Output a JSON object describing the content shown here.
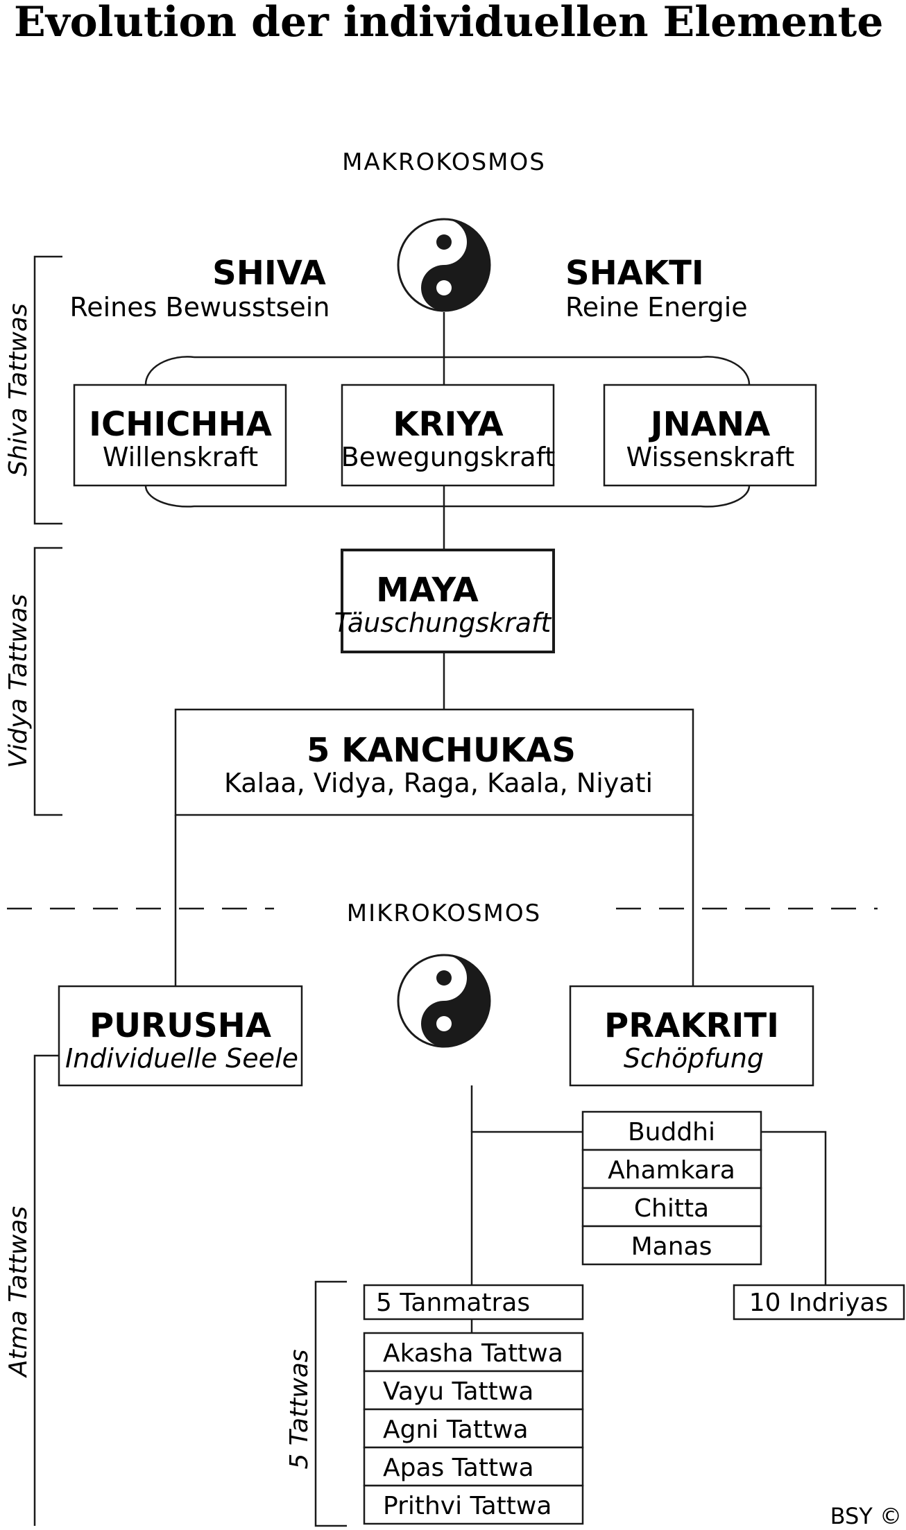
{
  "title": "Evolution der individuellen Elemente",
  "makrokosmos": "MAKROKOSMOS",
  "mikrokosmos": "MIKROKOSMOS",
  "shiva": {
    "name": "SHIVA",
    "desc": "Reines Bewusstsein"
  },
  "shakti": {
    "name": "SHAKTI",
    "desc": "Reine Energie"
  },
  "ichichha": {
    "name": "ICHICHHA",
    "desc": "Willenskraft"
  },
  "kriya": {
    "name": "KRIYA",
    "desc": "Bewegungskraft"
  },
  "jnana": {
    "name": "JNANA",
    "desc": "Wissenskraft"
  },
  "maya": {
    "name": "MAYA",
    "desc": "Täuschungskraft"
  },
  "kanchukas": {
    "name": "5 KANCHUKAS",
    "desc": "Kalaa, Vidya, Raga, Kaala, Niyati"
  },
  "purusha": {
    "name": "PURUSHA",
    "desc": "Individuelle Seele"
  },
  "prakriti": {
    "name": "PRAKRITI",
    "desc": "Schöpfung"
  },
  "antahkarana": [
    "Buddhi",
    "Ahamkara",
    "Chitta",
    "Manas"
  ],
  "tanmatras": "5 Tanmatras",
  "indriyas": "10 Indriyas",
  "tattwa_list": [
    "Akasha Tattwa",
    "Vayu Tattwa",
    "Agni Tattwa",
    "Apas Tattwa",
    "Prithvi Tattwa"
  ],
  "side_labels": {
    "shiva_tattwas": "Shiva Tattwas",
    "vidya_tattwas": "Vidya Tattwas",
    "atma_tattwas": "Atma Tattwas",
    "five_tattwas": "5 Tattwas"
  },
  "copyright": "BSY ©",
  "icons": [
    "yin-yang-icon"
  ],
  "colors": {
    "ink": "#1a1a1a",
    "paper": "#ffffff"
  }
}
